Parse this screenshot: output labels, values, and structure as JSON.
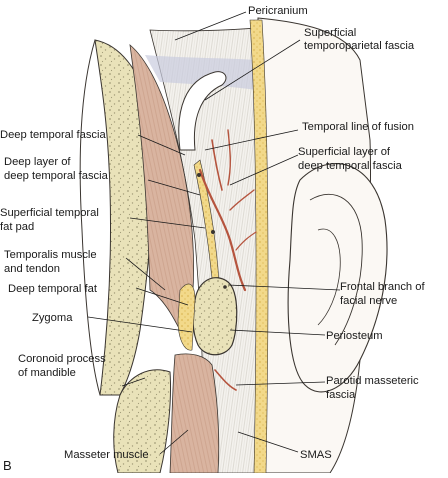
{
  "panel_letter": "B",
  "labels": {
    "pericranium": [
      "Pericranium"
    ],
    "superficial_temporoparietal_fascia": [
      "Superficial",
      "temporoparietal fascia"
    ],
    "deep_temporal_fascia": [
      "Deep temporal fascia"
    ],
    "temporal_line_of_fusion": [
      "Temporal line of fusion"
    ],
    "deep_layer_of_deep_temporal_fascia": [
      "Deep layer of",
      "deep temporal fascia"
    ],
    "superficial_layer_of_deep_temporal_fascia": [
      "Superficial layer of",
      "deep temporal fascia"
    ],
    "superficial_temporal_fat_pad": [
      "Superficial temporal",
      "fat pad"
    ],
    "temporalis_muscle_and_tendon": [
      "Temporalis muscle",
      "and tendon"
    ],
    "frontal_branch_of_facial_nerve": [
      "Frontal branch of",
      "facial nerve"
    ],
    "deep_temporal_fat": [
      "Deep temporal fat"
    ],
    "periosteum": [
      "Periosteum"
    ],
    "zygoma": [
      "Zygoma"
    ],
    "coronoid_process_of_mandible": [
      "Coronoid process",
      "of mandible"
    ],
    "parotid_masseteric_fascia": [
      "Parotid masseteric",
      "fascia"
    ],
    "masseter_muscle": [
      "Masseter muscle"
    ],
    "smas": [
      "SMAS"
    ]
  },
  "colors": {
    "bone": "#e9e2b9",
    "bone_speckle": "#a49d7a",
    "muscle": "#d9b4a0",
    "muscle_fiber": "#b98a74",
    "fat": "#f2d98a",
    "fascia_tissue": "#f4f2ee",
    "skin": "#fbf8f4",
    "vessel": "#b5543e",
    "outline": "#3a3530",
    "text": "#1a1a1a"
  }
}
